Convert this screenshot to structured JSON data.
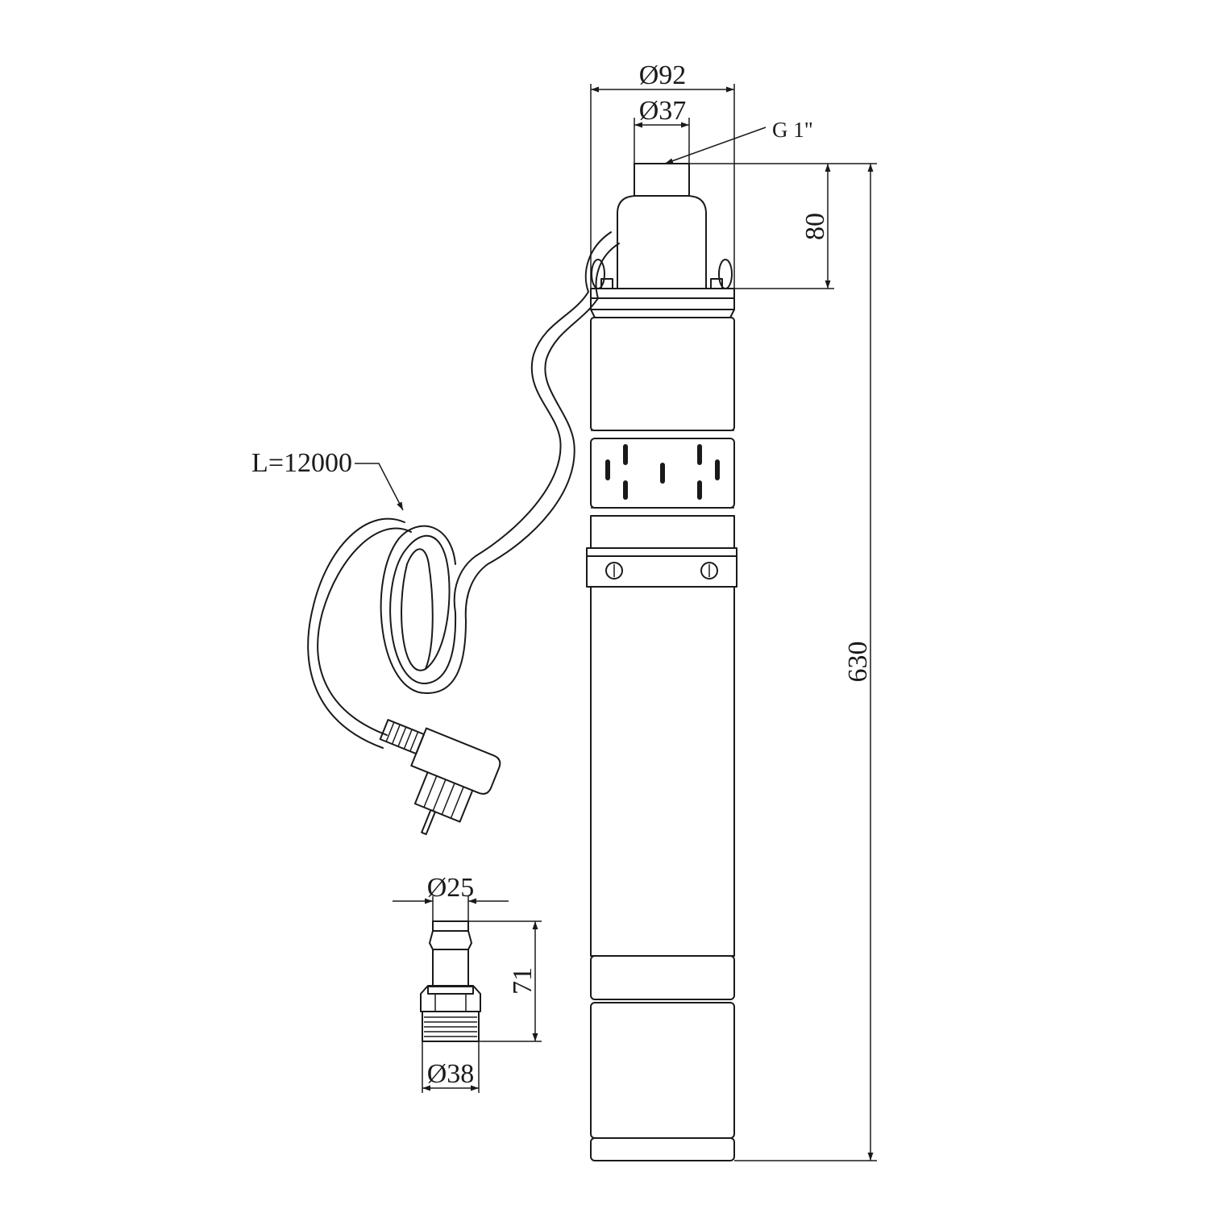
{
  "dimensions": {
    "body_diameter": "Ø92",
    "outlet_diameter": "Ø37",
    "outlet_thread": "G 1\"",
    "head_height": "80",
    "total_length": "630",
    "cable_length": "L=12000",
    "fitting_hose_diameter": "Ø25",
    "fitting_length": "71",
    "fitting_thread_diameter": "Ø38"
  },
  "icons": [
    "pump-body",
    "power-plug",
    "hose-fitting"
  ],
  "colors": {
    "line": "#1a1a1a",
    "background": "#ffffff"
  }
}
